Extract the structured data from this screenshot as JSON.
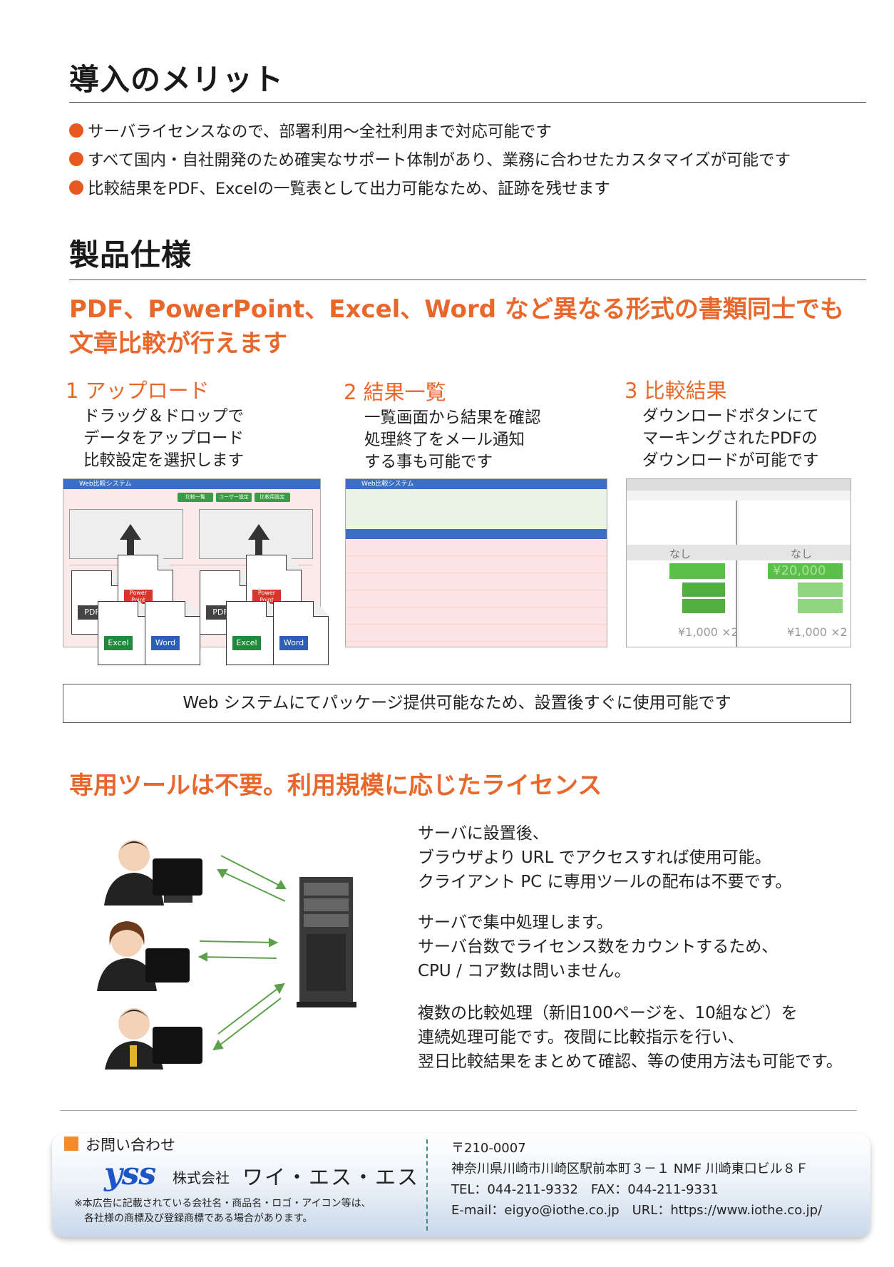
{
  "merit": {
    "title": "導入のメリット",
    "bullets": [
      "サーバライセンスなので、部署利用〜全社利用まで対応可能です",
      "すべて国内・自社開発のため確実なサポート体制があり、業務に合わせたカスタマイズが可能です",
      "比較結果をPDF、Excelの一覧表として出力可能なため、証跡を残せます"
    ]
  },
  "spec": {
    "title": "製品仕様",
    "headline_line1": "PDF、PowerPoint、Excel、Word など異なる形式の書類同士でも",
    "headline_line2": "文章比較が行えます",
    "steps": [
      {
        "title": "1 アップロード",
        "desc": "ドラッグ＆ドロップで\nデータをアップロード\n比較設定を選択します"
      },
      {
        "title": "2 結果一覧",
        "desc": "一覧画面から結果を確認\n処理終了をメール通知\nする事も可能です"
      },
      {
        "title": "3 比較結果",
        "desc": "ダウンロードボタンにて\nマーキングされたPDFの\nダウンロードが可能です"
      }
    ],
    "screens": {
      "app_title": "Web比較システム",
      "tab_compare": "比較一覧",
      "tab_user": "ユーザー設定",
      "tab_setting": "比較用設定",
      "doc_types": [
        "PDF",
        "Power Point",
        "Excel",
        "Word"
      ],
      "result_none": "なし",
      "result_price_left": "¥1,000 ×2",
      "result_price_right": "¥1,000 ×2",
      "result_big": "¥20,000"
    },
    "notice": "Web システムにてパッケージ提供可能なため、設置後すぐに使用可能です"
  },
  "license": {
    "title": "専用ツールは不要。利用規模に応じたライセンス",
    "para1": [
      "サーバに設置後、",
      "ブラウザより URL でアクセスすれば使用可能。",
      "クライアント PC に専用ツールの配布は不要です。"
    ],
    "para2": [
      "サーバで集中処理します。",
      "サーバ台数でライセンス数をカウントするため、",
      "CPU / コア数は問いません。"
    ],
    "para3": [
      "複数の比較処理（新旧100ページを、10組など）を",
      "連続処理可能です。夜間に比較指示を行い、",
      "翌日比較結果をまとめて確認、等の使用方法も可能です。"
    ]
  },
  "footer": {
    "contact": "お問い合わせ",
    "logo": "yss",
    "company_prefix": "株式会社",
    "company_name": "ワイ・エス・エス",
    "note": "※本広告に記載されている会社名・商品名・ロゴ・アイコン等は、\n　各社様の商標及び登録商標である場合があります。",
    "postal": "〒210-0007",
    "address": "神奈川県川崎市川崎区駅前本町３－１ NMF 川崎東口ビル８Ｆ",
    "tel": "TEL：044-211-9332　FAX：044-211-9331",
    "web": "E-mail：eigyo@iothe.co.jp　URL：https://www.iothe.co.jp/"
  },
  "colors": {
    "accent": "#e8682c",
    "bullet": "#e8571d",
    "logo": "#1b55c6"
  }
}
